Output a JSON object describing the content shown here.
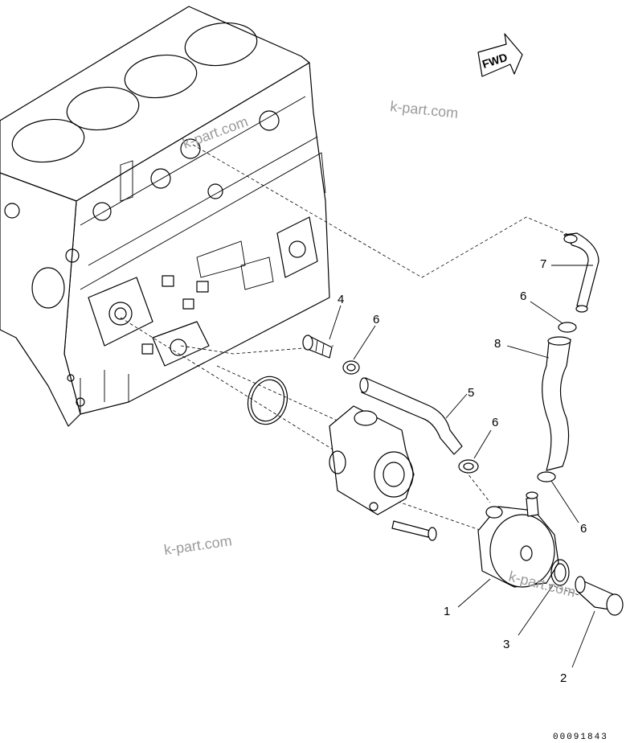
{
  "diagram": {
    "direction_marker": "FWD",
    "figure_number": "00091843",
    "watermarks": [
      "k-part.com",
      "k-part.com",
      "k-part.com",
      "k-part.com"
    ],
    "callouts": [
      {
        "id": "c1",
        "label": "1"
      },
      {
        "id": "c2",
        "label": "2"
      },
      {
        "id": "c3",
        "label": "3"
      },
      {
        "id": "c4",
        "label": "4"
      },
      {
        "id": "c5",
        "label": "5"
      },
      {
        "id": "c6a",
        "label": "6"
      },
      {
        "id": "c6b",
        "label": "6"
      },
      {
        "id": "c6c",
        "label": "6"
      },
      {
        "id": "c6d",
        "label": "6"
      },
      {
        "id": "c7",
        "label": "7"
      },
      {
        "id": "c8",
        "label": "8"
      }
    ]
  }
}
